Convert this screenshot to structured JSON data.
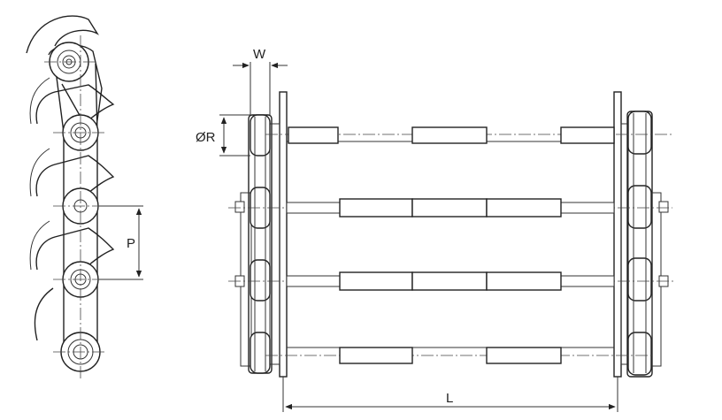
{
  "labels": {
    "width": "W",
    "roller_diameter": "ØR",
    "pitch": "P",
    "length": "L"
  },
  "colors": {
    "line": "#222222",
    "background": "#ffffff"
  }
}
